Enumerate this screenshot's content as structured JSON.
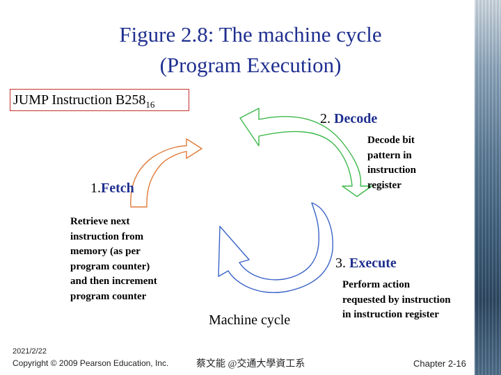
{
  "title": {
    "line1": "Figure 2.8: The machine cycle",
    "line2": "(Program Execution)"
  },
  "instruction": {
    "text": "JUMP Instruction B258",
    "subscript": "16"
  },
  "steps": {
    "decode": {
      "number": "2.",
      "name": "Decode",
      "description": [
        "Decode bit",
        "pattern in",
        "instruction",
        "register"
      ]
    },
    "fetch": {
      "number": "1.",
      "name": "Fetch",
      "description": [
        "Retrieve next",
        "instruction from",
        "memory (as per",
        "program counter)",
        "and then increment",
        "program counter"
      ]
    },
    "execute": {
      "number": "3.",
      "name": "Execute",
      "description": [
        "Perform action",
        "requested by instruction",
        "in instruction register"
      ]
    }
  },
  "center_label": "Machine cycle",
  "footer": {
    "date": "2021/2/22",
    "copyright": "Copyright © 2009 Pearson Education, Inc.",
    "author": "蔡文能 @交通大學資工系",
    "chapter": "Chapter 2-16"
  },
  "colors": {
    "title": "#1f2f8f",
    "jump_box_border": "#c4302b",
    "fetch_arrow": "#e07b39",
    "decode_arrow": "#3cb84a",
    "execute_arrow": "#3a63c8"
  }
}
